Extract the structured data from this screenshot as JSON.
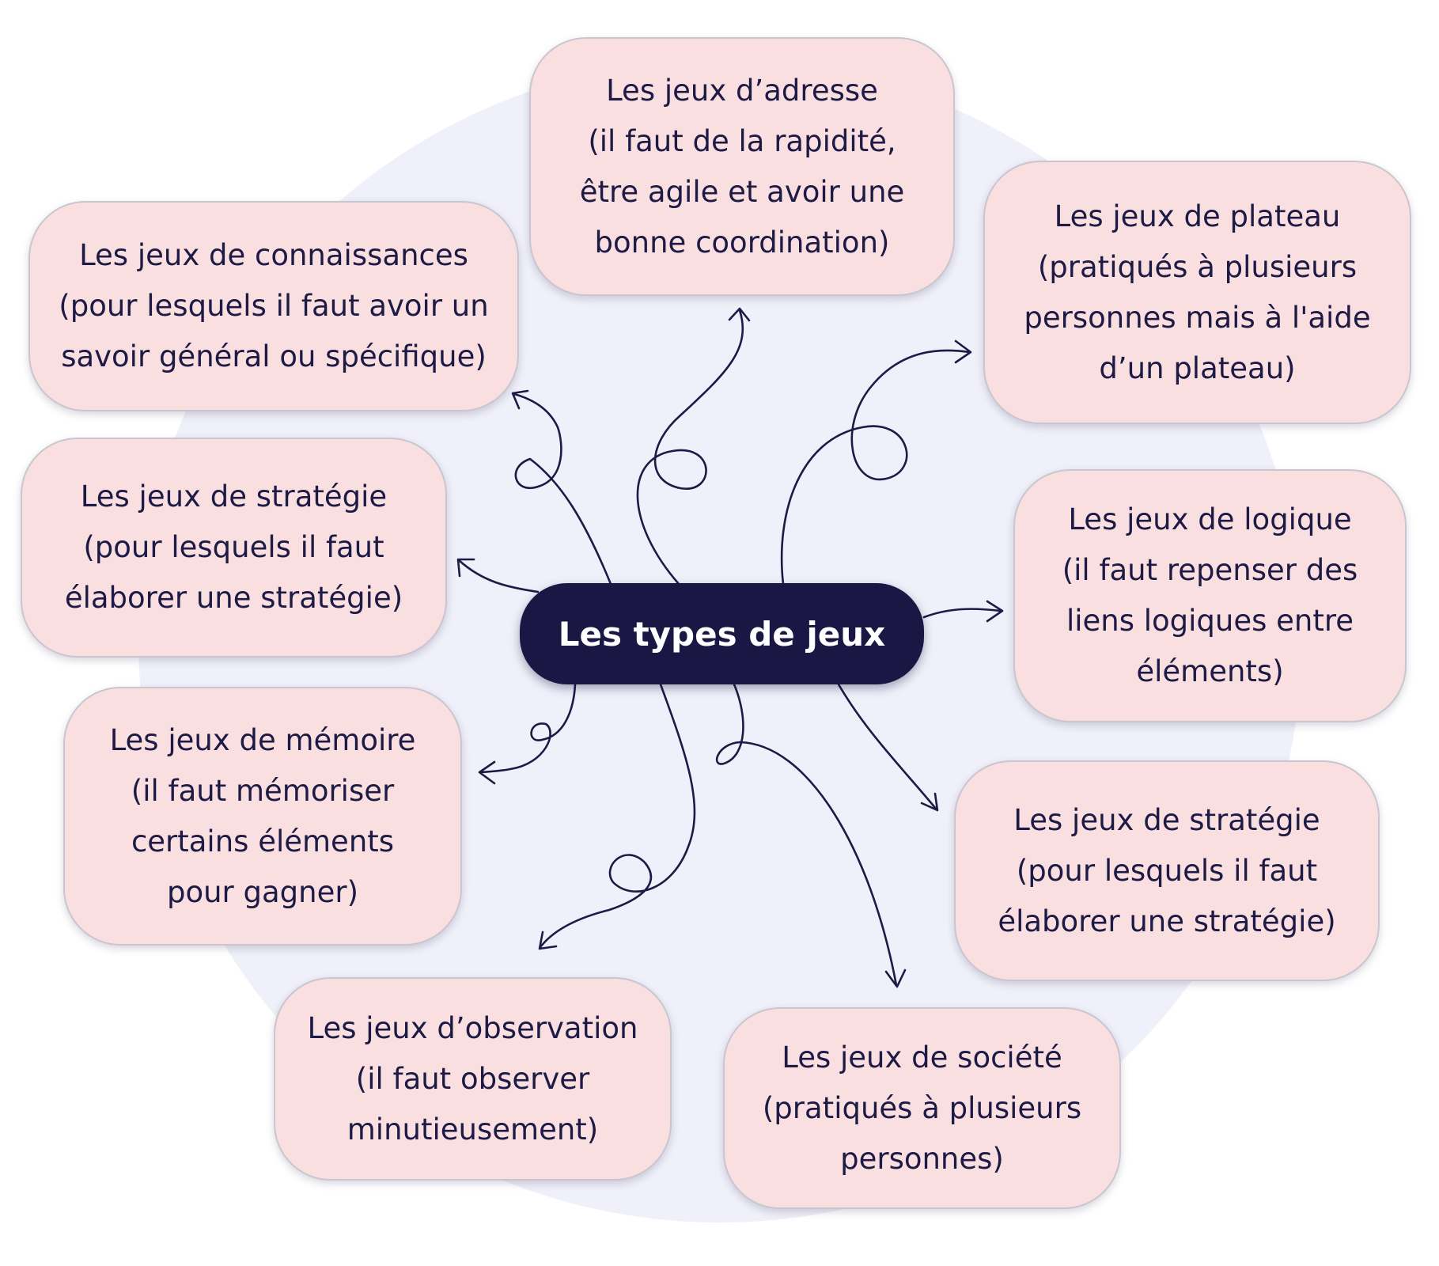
{
  "center": {
    "title": "Les types de jeux"
  },
  "nodes": {
    "adresse": {
      "lines": [
        "Les jeux d’adresse",
        "(il faut de la rapidité,",
        "être agile et avoir une",
        "bonne coordination)"
      ]
    },
    "plateau": {
      "lines": [
        "Les jeux de plateau",
        "(pratiqués à plusieurs",
        "personnes mais à l'aide",
        "d’un plateau)"
      ]
    },
    "logique": {
      "lines": [
        "Les jeux de logique",
        "(il faut repenser des",
        "liens logiques entre",
        "éléments)"
      ]
    },
    "strategie_right": {
      "lines": [
        "Les jeux de stratégie",
        "(pour lesquels il faut",
        "élaborer une stratégie)"
      ]
    },
    "societe": {
      "lines": [
        "Les jeux de société",
        "(pratiqués à plusieurs",
        "personnes)"
      ]
    },
    "observation": {
      "lines": [
        "Les jeux d’observation",
        "(il faut observer",
        "minutieusement)"
      ]
    },
    "memoire": {
      "lines": [
        "Les jeux de mémoire",
        "(il faut mémoriser",
        "certains éléments",
        "pour gagner)"
      ]
    },
    "strategie_left": {
      "lines": [
        "Les jeux de stratégie",
        "(pour lesquels il faut",
        "élaborer une stratégie)"
      ]
    },
    "connaissances": {
      "lines": [
        "Les jeux de connaissances",
        "(pour lesquels il faut avoir un",
        "savoir général ou spécifique)"
      ]
    }
  },
  "colors": {
    "background_circle": "#eff0f9",
    "node_fill": "#fadfe1",
    "node_text": "#1d1a45",
    "center_fill": "#1a1744",
    "center_text": "#ffffff",
    "arrow": "#1d1a45"
  }
}
